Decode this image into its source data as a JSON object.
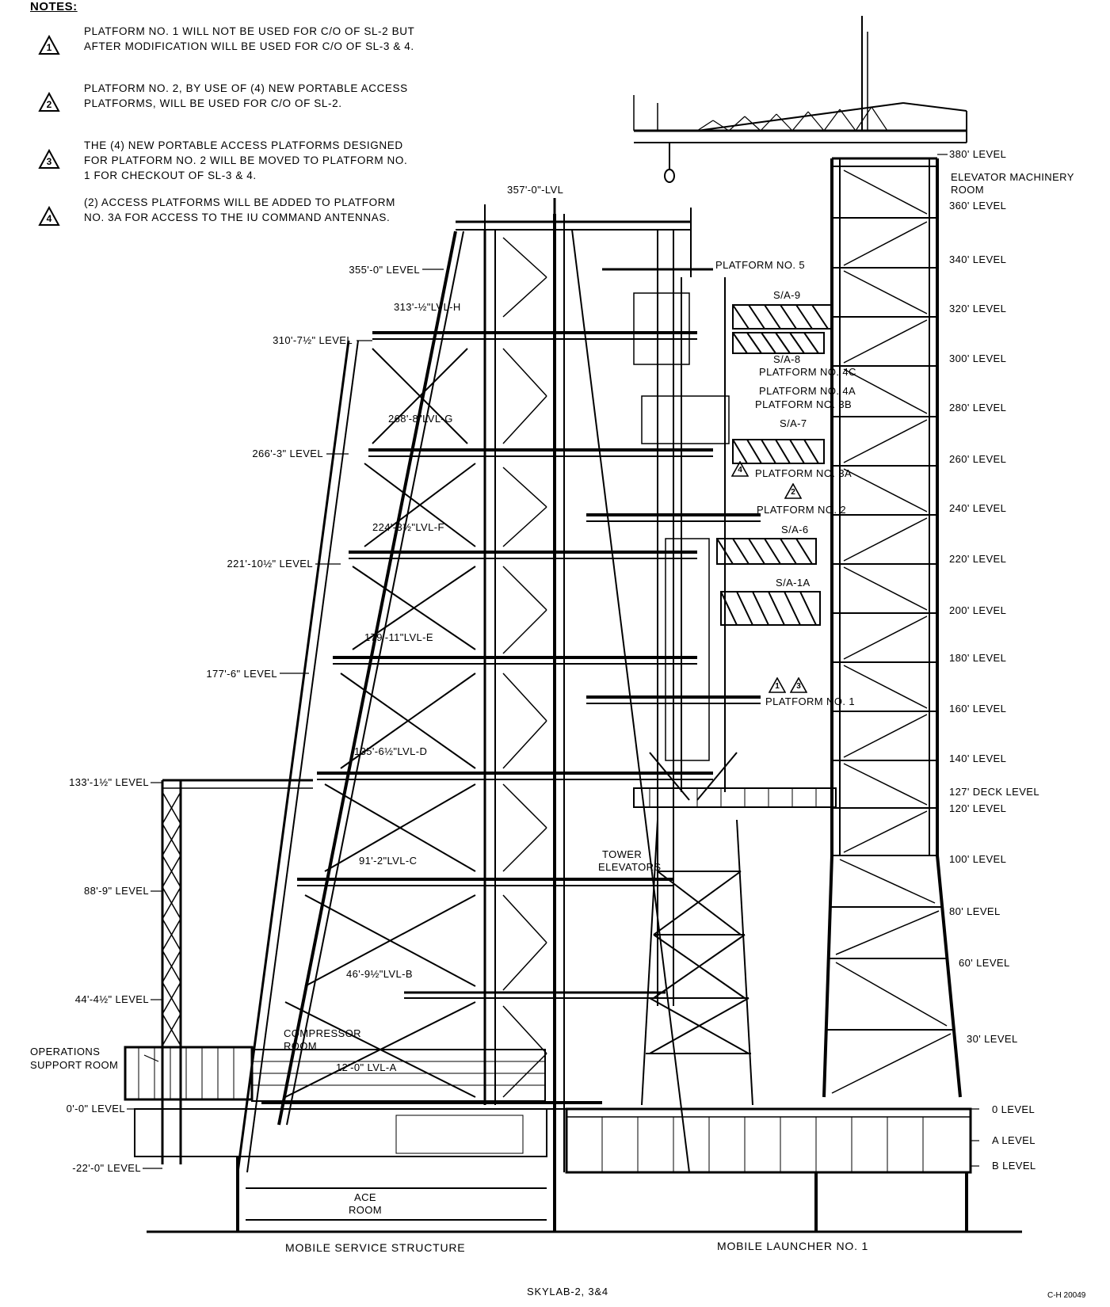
{
  "notes": {
    "title": "NOTES:",
    "items": [
      {
        "num": "1",
        "text": "PLATFORM NO. 1 WILL NOT BE USED FOR C/O OF SL-2 BUT AFTER MODIFICATION WILL BE USED FOR C/O OF SL-3 & 4."
      },
      {
        "num": "2",
        "text": "PLATFORM NO. 2, BY USE OF (4) NEW PORTABLE ACCESS PLATFORMS, WILL BE USED FOR C/O OF SL-2."
      },
      {
        "num": "3",
        "text": "THE (4) NEW PORTABLE ACCESS PLATFORMS DESIGNED FOR PLATFORM NO. 2 WILL BE MOVED TO PLATFORM NO. 1 FOR CHECKOUT OF SL-3 & 4."
      },
      {
        "num": "4",
        "text": "(2) ACCESS PLATFORMS WILL BE ADDED TO PLATFORM NO. 3A FOR ACCESS TO THE IU COMMAND ANTENNAS."
      }
    ]
  },
  "mss_levels": {
    "l355": "355'-0\" LEVEL",
    "l310": "310'-7½\" LEVEL",
    "l266": "266'-3\" LEVEL",
    "l221": "221'-10½\" LEVEL",
    "l177": "177'-6\" LEVEL",
    "l133": "133'-1½\" LEVEL",
    "l88": "88'-9\" LEVEL",
    "l44": "44'-4½\" LEVEL",
    "l0": "0'-0\" LEVEL",
    "lm22": "-22'-0\" LEVEL"
  },
  "mss_lvl_tags": {
    "t357": "357'-0\"-LVL",
    "h": "313'-½\"LVL-H",
    "g": "268'-8\"LVL-G",
    "f": "224'-3½\"LVL-F",
    "e": "179'-11\"LVL-E",
    "d": "135'-6½\"LVL-D",
    "c": "91'-2\"LVL-C",
    "b": "46'-9½\"LVL-B",
    "a": "12'-0\" LVL-A"
  },
  "rooms": {
    "compressor_1": "COMPRESSOR",
    "compressor_2": "ROOM",
    "operations_1": "OPERATIONS",
    "operations_2": "SUPPORT ROOM",
    "ace_1": "ACE",
    "ace_2": "ROOM",
    "tower_1": "TOWER",
    "tower_2": "ELEVATORS",
    "elev_1": "ELEVATOR MACHINERY",
    "elev_2": "ROOM"
  },
  "platforms": {
    "p5": "PLATFORM NO. 5",
    "sa9": "S/A-9",
    "sa8": "S/A-8",
    "p4c": "PLATFORM NO. 4C",
    "p4a": "PLATFORM NO. 4A",
    "p3b": "PLATFORM NO. 3B",
    "sa7": "S/A-7",
    "p3a": "PLATFORM NO. 3A",
    "p2": "PLATFORM NO. 2",
    "sa6": "S/A-6",
    "sa1a": "S/A-1A",
    "p1": "PLATFORM NO. 1"
  },
  "ml_levels": {
    "l380": "380' LEVEL",
    "l360": "360' LEVEL",
    "l340": "340' LEVEL",
    "l320": "320' LEVEL",
    "l300": "300' LEVEL",
    "l280": "280' LEVEL",
    "l260": "260' LEVEL",
    "l240": "240' LEVEL",
    "l220": "220' LEVEL",
    "l200": "200' LEVEL",
    "l180": "180' LEVEL",
    "l160": "160' LEVEL",
    "l140": "140' LEVEL",
    "l127": "127' DECK LEVEL",
    "l120": "120' LEVEL",
    "l100": "100' LEVEL",
    "l80": "80' LEVEL",
    "l60": "60' LEVEL",
    "l30": "30' LEVEL",
    "l0": "0 LEVEL",
    "la": "A LEVEL",
    "lb": "B LEVEL"
  },
  "captions": {
    "mss": "MOBILE SERVICE STRUCTURE",
    "ml": "MOBILE LAUNCHER NO. 1",
    "mission": "SKYLAB-2, 3&4",
    "code": "C-H 20049"
  },
  "marker_nums": {
    "m1": "1",
    "m2": "2",
    "m3": "3",
    "m4": "4"
  }
}
